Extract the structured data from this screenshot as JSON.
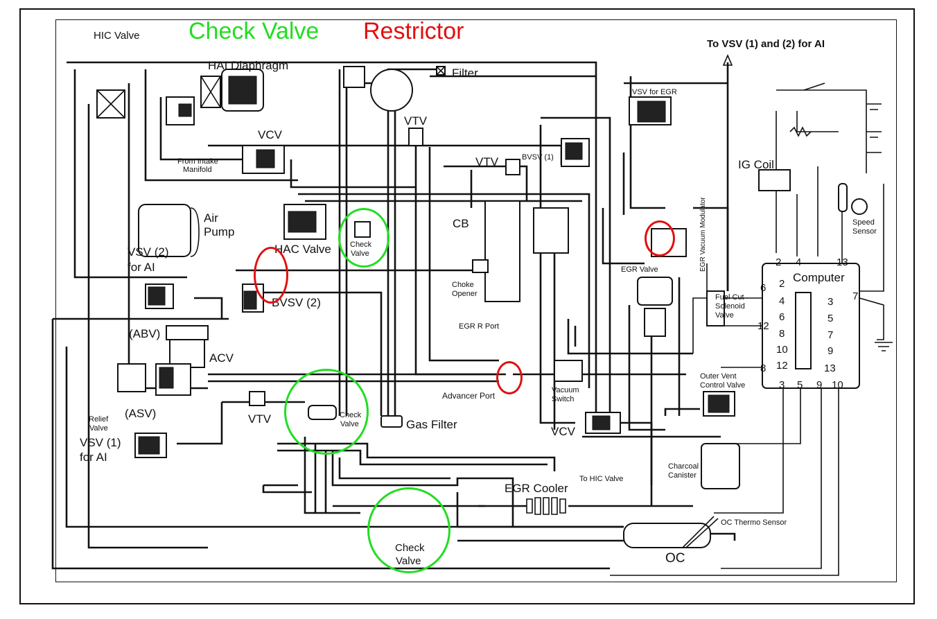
{
  "legend": {
    "check_valve": "Check Valve",
    "restrictor": "Restrictor",
    "check_color": "#22dd22",
    "restrictor_color": "#e01010"
  },
  "labels": {
    "hic_valve": "HIC Valve",
    "hai_diaphragm": "HAI Diaphragm",
    "filter": "Filter",
    "vtv": "VTV",
    "vcv": "VCV",
    "from_intake_manifold_1": "From Intake",
    "from_intake_manifold_2": "Manifold",
    "bvsv_1": "BVSV (1)",
    "air_pump_1": "Air",
    "air_pump_2": "Pump",
    "vsv2_1": "VSV (2)",
    "vsv2_2": "for AI",
    "hac_valve": "HAC Valve",
    "bvsv_2": "BVSV (2)",
    "abv": "(ABV)",
    "acv": "ACV",
    "asv": "(ASV)",
    "relief_valve_1": "Relief",
    "relief_valve_2": "Valve",
    "vsv1_1": "VSV (1)",
    "vsv1_2": "for AI",
    "check_valve_1": "Check",
    "check_valve_2": "Valve",
    "cb": "CB",
    "choke_opener_1": "Choke",
    "choke_opener_2": "Opener",
    "egr_r_port": "EGR R Port",
    "advancer_port": "Advancer Port",
    "gas_filter": "Gas Filter",
    "vacuum_switch_1": "Vacuum",
    "vacuum_switch_2": "Switch",
    "to_hic_valve": "To HIC Valve",
    "egr_cooler": "EGR Cooler",
    "to_vsv": "To VSV (1) and (2) for AI",
    "vsv_for_egr": "VSV for EGR",
    "ig_coil": "IG Coil",
    "speed_sensor_1": "Speed",
    "speed_sensor_2": "Sensor",
    "egr_valve": "EGR Valve",
    "egr_vacuum_modulator": "EGR Vacuum Modulator",
    "computer": "Computer",
    "fuel_cut_1": "Fuel Cut",
    "fuel_cut_2": "Solenoid",
    "fuel_cut_3": "Valve",
    "outer_vent_1": "Outer Vent",
    "outer_vent_2": "Control Valve",
    "charcoal_1": "Charcoal",
    "charcoal_2": "Canister",
    "oc_thermo_sensor": "OC Thermo Sensor",
    "oc": "OC"
  },
  "computer_pins": {
    "top_2": "2",
    "top_4": "4",
    "top_13": "13",
    "left_6": "6",
    "left_12": "12",
    "left_8": "8",
    "in_2": "2",
    "in_4": "4",
    "in_6": "6",
    "in_8": "8",
    "in_10": "10",
    "in_12": "12",
    "r_3": "3",
    "r_5": "5",
    "r_7": "7",
    "r_9": "9",
    "r_13": "13",
    "side_7": "7",
    "bot_3": "3",
    "bot_5": "5",
    "bot_9": "9",
    "bot_10": "10"
  }
}
